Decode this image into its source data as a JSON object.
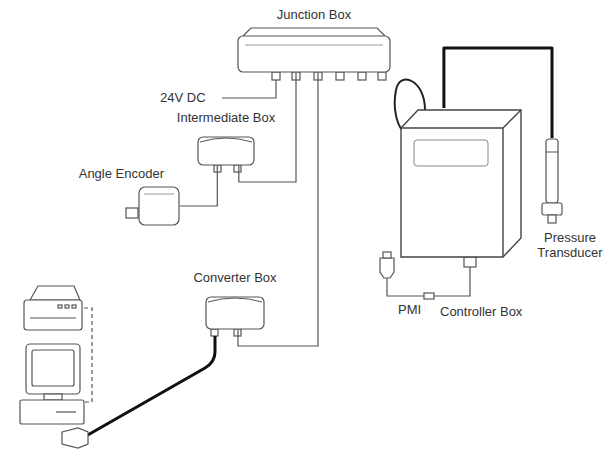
{
  "diagram": {
    "nodes": [
      {
        "text": [
          "Junction Box"
        ]
      },
      {
        "text": [
          "Intermediate Box"
        ]
      },
      {
        "text": [
          "Angle Encoder"
        ]
      },
      {
        "text": [
          "Converter Box"
        ]
      },
      {
        "text": [
          "Controller Box"
        ]
      },
      {
        "text": [
          "Pressure Transducer"
        ]
      }
    ],
    "edges": [
      {
        "from": 1,
        "to": 0,
        "arrow": "none"
      },
      {
        "from": 2,
        "to": 1,
        "arrow": "none"
      },
      {
        "from": 3,
        "to": 0,
        "arrow": "none"
      },
      {
        "from": 4,
        "to": 5,
        "arrow": "none"
      }
    ],
    "labels": [
      "24V DC",
      "PMI"
    ]
  }
}
